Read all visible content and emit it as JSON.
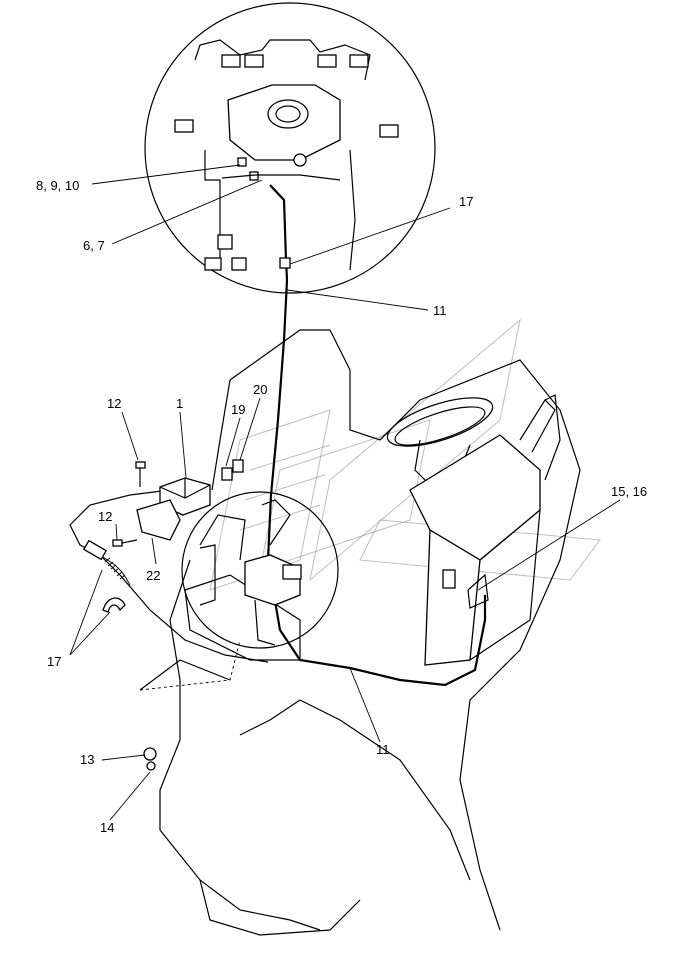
{
  "callouts": {
    "c8_9_10": "8, 9, 10",
    "c6_7": "6, 7",
    "c17_top": "17",
    "c11_top": "11",
    "c12_a": "12",
    "c1": "1",
    "c20": "20",
    "c19": "19",
    "c12_b": "12",
    "c22": "22",
    "c17_bottom": "17",
    "c15_16": "15, 16",
    "c11_bottom": "11",
    "c13": "13",
    "c14": "14"
  }
}
